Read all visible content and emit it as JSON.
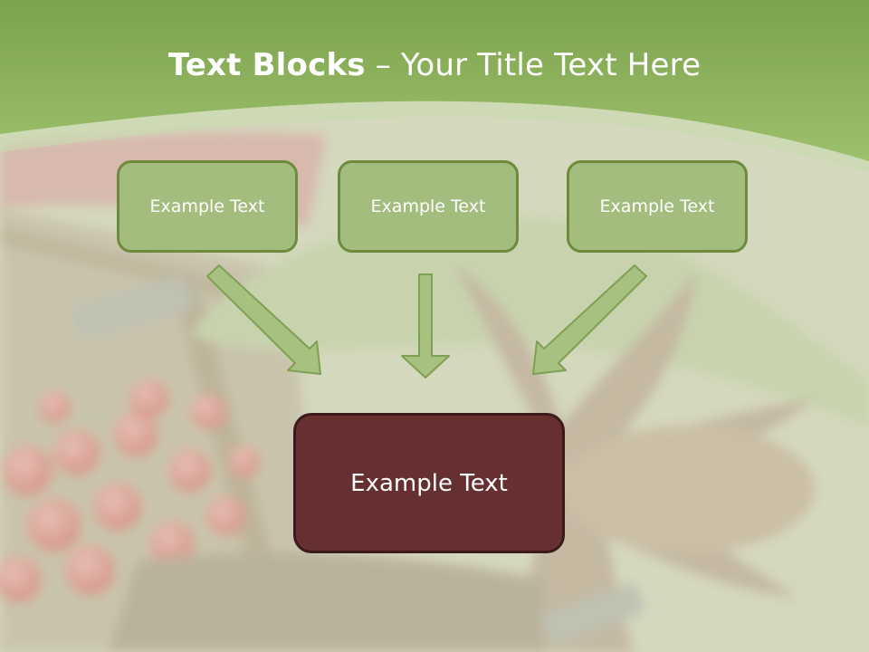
{
  "title": {
    "bold": "Text Blocks",
    "rest": " – Your Title Text Here"
  },
  "blocks": [
    {
      "label": "Example Text"
    },
    {
      "label": "Example Text"
    },
    {
      "label": "Example Text"
    }
  ],
  "main_block": {
    "label": "Example Text"
  },
  "colors": {
    "header_green": "#8db35e",
    "box_fill": "#a3bd7e",
    "box_border": "#6e8a3c",
    "main_fill": "#662f30",
    "arrow_fill": "#a6c180"
  }
}
